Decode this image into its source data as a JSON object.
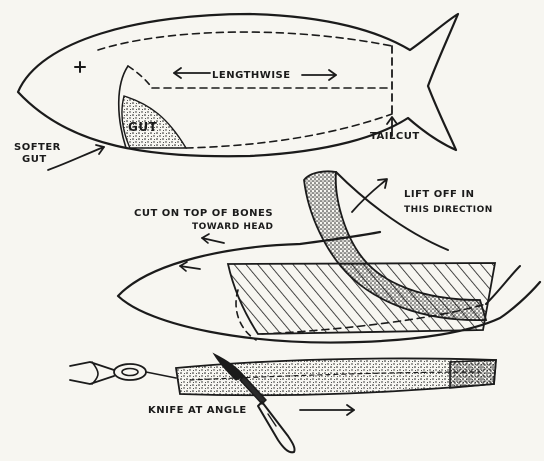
{
  "labels": {
    "lengthwise": "LENGTHWISE",
    "gut": "GUT",
    "softer_gut_line1": "SOFTER",
    "softer_gut_line2": "GUT",
    "tail_cut": "TAILCUT",
    "cut_on_top_line1": "CUT ON TOP OF BONES",
    "cut_on_top_line2": "TOWARD HEAD",
    "lift_off_line1": "LIFT OFF IN",
    "lift_off_line2": "THIS DIRECTION",
    "knife_at_angle": "KNIFE AT ANGLE"
  },
  "icons": {
    "eye": "cross-mark-icon"
  },
  "colors": {
    "ink": "#1b1b1b",
    "paper": "#f7f6f1"
  }
}
